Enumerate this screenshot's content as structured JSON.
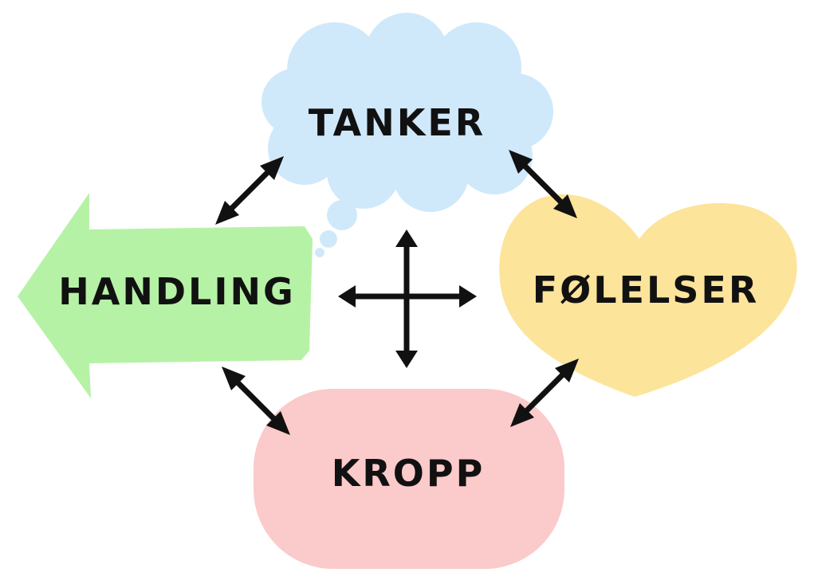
{
  "nodes": {
    "tanker": {
      "label": "TANKER",
      "shape": "thought-cloud",
      "color": "#cfe9fb"
    },
    "folelser": {
      "label": "FØLELSER",
      "shape": "heart",
      "color": "#fde49b"
    },
    "kropp": {
      "label": "KROPP",
      "shape": "rounded-blob",
      "color": "#fbcaca"
    },
    "handling": {
      "label": "HANDLING",
      "shape": "left-arrow",
      "color": "#b6f2a6"
    }
  },
  "edges": [
    {
      "from": "tanker",
      "to": "handling",
      "direction": "both"
    },
    {
      "from": "tanker",
      "to": "folelser",
      "direction": "both"
    },
    {
      "from": "handling",
      "to": "kropp",
      "direction": "both"
    },
    {
      "from": "folelser",
      "to": "kropp",
      "direction": "both"
    }
  ],
  "center": {
    "icon": "four-way-arrow-icon"
  },
  "colors": {
    "arrow": "#111111",
    "background": "#ffffff"
  }
}
